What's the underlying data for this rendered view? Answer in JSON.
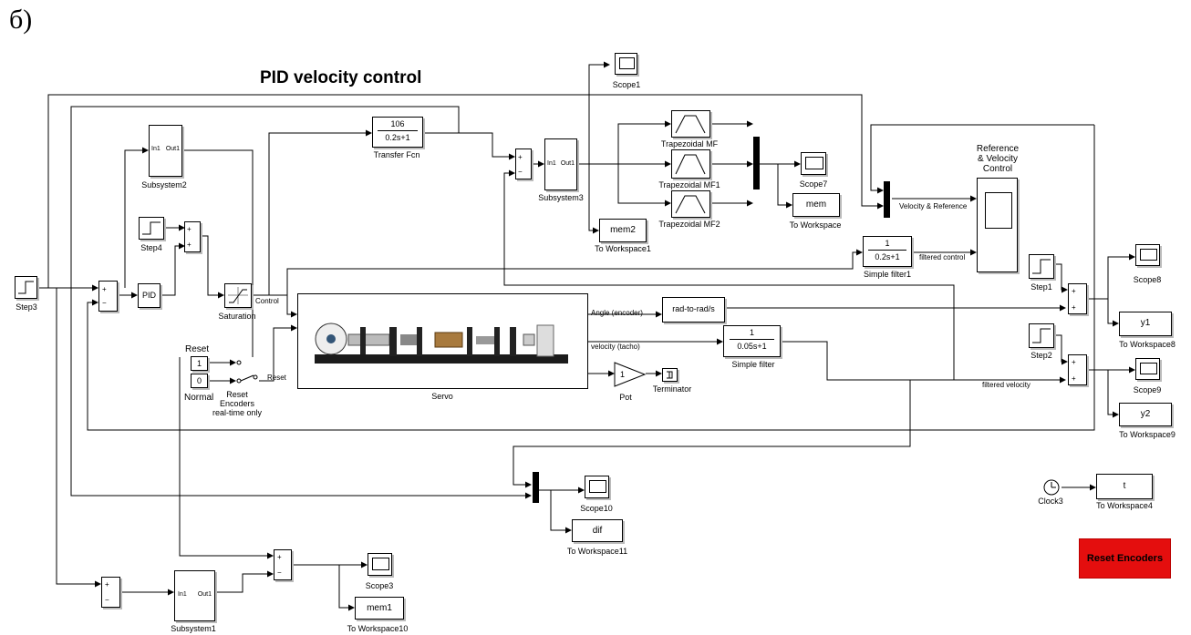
{
  "figure_label": "б)",
  "title": "PID velocity control",
  "blocks": {
    "step3": {
      "label": "Step3"
    },
    "step4": {
      "label": "Step4"
    },
    "step1": {
      "label": "Step1"
    },
    "step2": {
      "label": "Step2"
    },
    "pid": {
      "text": "PID"
    },
    "saturation": {
      "label": "Saturation"
    },
    "subsystem2": {
      "label": "Subsystem2",
      "in": "In1",
      "out": "Out1"
    },
    "subsystem3": {
      "label": "Subsystem3",
      "in": "In1",
      "out": "Out1"
    },
    "subsystem1": {
      "label": "Subsystem1",
      "in": "In1",
      "out": "Out1"
    },
    "transfer_fcn": {
      "num": "106",
      "den": "0.2s+1",
      "label": "Transfer Fcn"
    },
    "simple_filter1": {
      "num": "1",
      "den": "0.2s+1",
      "label": "Simple filter1"
    },
    "simple_filter": {
      "num": "1",
      "den": "0.05s+1",
      "label": "Simple filter"
    },
    "trap_mf": {
      "label": "Trapezoidal MF"
    },
    "trap_mf1": {
      "label": "Trapezoidal MF1"
    },
    "trap_mf2": {
      "label": "Trapezoidal MF2"
    },
    "scope1": {
      "label": "Scope1"
    },
    "scope7": {
      "label": "Scope7"
    },
    "scope8": {
      "label": "Scope8"
    },
    "scope9": {
      "label": "Scope9"
    },
    "scope10": {
      "label": "Scope10"
    },
    "scope3": {
      "label": "Scope3"
    },
    "mem": {
      "text": "mem",
      "label": "To Workspace"
    },
    "mem2": {
      "text": "mem2",
      "label": "To Workspace1"
    },
    "mem1": {
      "text": "mem1",
      "label": "To Workspace10"
    },
    "y1": {
      "text": "y1",
      "label": "To Workspace8"
    },
    "y2": {
      "text": "y2",
      "label": "To Workspace9"
    },
    "t": {
      "text": "t",
      "label": "To Workspace4"
    },
    "dif": {
      "text": "dif",
      "label": "To Workspace11"
    },
    "ref_vel_control": {
      "label": "Reference\n& Velocity\nControl"
    },
    "rad_to_rads": {
      "text": "rad-to-rad/s"
    },
    "servo": {
      "label": "Servo"
    },
    "pot": {
      "text": "1",
      "label": "Pot"
    },
    "terminator": {
      "label": "Terminator"
    },
    "reset_switch": {
      "title": "Reset",
      "val1": "1",
      "val0": "0",
      "normal": "Normal",
      "caption": "Reset\nEncoders\nreal-time only",
      "out_label": "Reset"
    },
    "clock3": {
      "label": "Clock3"
    }
  },
  "signals": {
    "control": "Control",
    "angle": "Angle (encoder)",
    "velocity": "velocity (tacho)",
    "velocity_ref": "Velocity & Reference",
    "filtered_control": "filtered control",
    "filtered_velocity": "filtered velocity"
  },
  "reset_button": "Reset Encoders"
}
